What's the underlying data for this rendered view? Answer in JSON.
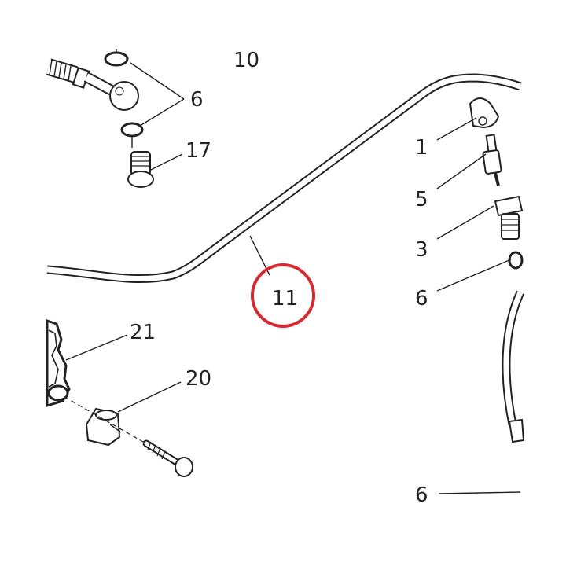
{
  "diagram": {
    "callouts": {
      "c10": "10",
      "c6a": "6",
      "c17": "17",
      "c1": "1",
      "c5": "5",
      "c3": "3",
      "c6b": "6",
      "c11": "11",
      "c21": "21",
      "c20": "20",
      "c6c": "6"
    },
    "highlight_color": "#d42a32",
    "ink_color": "#222222",
    "highlighted_callout": "11"
  }
}
